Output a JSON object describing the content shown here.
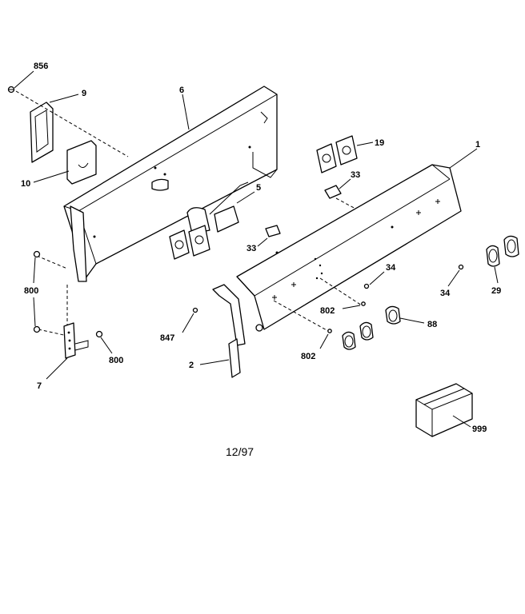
{
  "labels": {
    "p856": "856",
    "p9": "9",
    "p6": "6",
    "p10": "10",
    "p5": "5",
    "p19": "19",
    "p1": "1",
    "p33a": "33",
    "p33b": "33",
    "p34a": "34",
    "p34b": "34",
    "p29": "29",
    "p800a": "800",
    "p800b": "800",
    "p7": "7",
    "p847": "847",
    "p802a": "802",
    "p802b": "802",
    "p88": "88",
    "p2": "2",
    "p999": "999"
  },
  "footer": {
    "date": "12/97"
  }
}
